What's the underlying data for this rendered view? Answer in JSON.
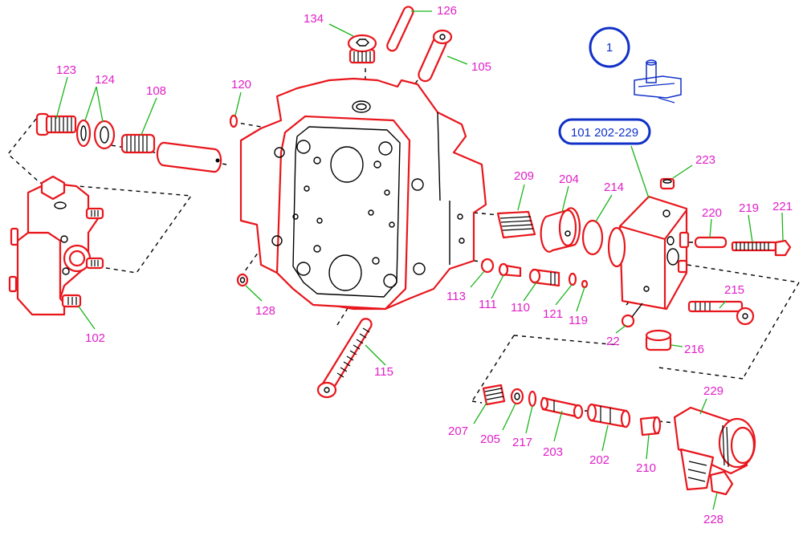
{
  "colors": {
    "part_outline": "#e8161c",
    "label": "#e020c8",
    "leader": "#19b419",
    "reference": "#1030c8",
    "line": "#000000"
  },
  "reference": {
    "circle_text": "1",
    "group_text": "101 202-229"
  },
  "labels": {
    "l134": "134",
    "l126": "126",
    "l105": "105",
    "l123": "123",
    "l124": "124",
    "l108": "108",
    "l120": "120",
    "l102": "102",
    "l128": "128",
    "l115": "115",
    "l209": "209",
    "l204": "204",
    "l214": "214",
    "l223": "223",
    "l220": "220",
    "l219": "219",
    "l221": "221",
    "l113": "113",
    "l111": "111",
    "l110": "110",
    "l121": "121",
    "l119": "119",
    "l215": "215",
    "l22": "22",
    "l216": "216",
    "l207": "207",
    "l205": "205",
    "l217": "217",
    "l203": "203",
    "l202": "202",
    "l210": "210",
    "l229": "229",
    "l228": "228"
  }
}
